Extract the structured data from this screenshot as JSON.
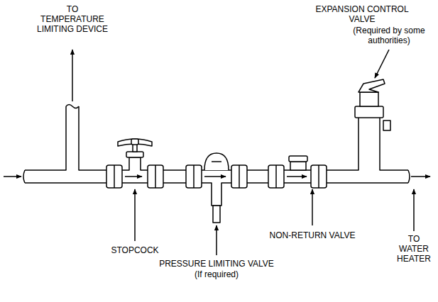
{
  "diagram": {
    "labels": [
      "TO TEMPERATURE LIMITING DEVICE",
      "EXPANSION CONTROL VALVE",
      "(Required by some authorities)",
      "STOPCOCK",
      "PRESSURE LIMITING VALVE",
      "(If required)",
      "NON-RETURN VALVE",
      "TO WATER HEATER"
    ]
  }
}
